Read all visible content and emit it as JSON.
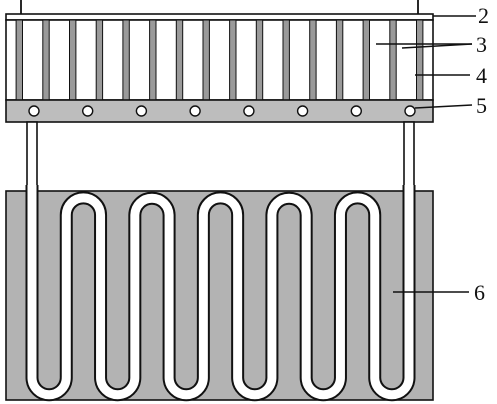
{
  "callouts": [
    {
      "id": "label-2",
      "text": "2"
    },
    {
      "id": "label-3",
      "text": "3"
    },
    {
      "id": "label-4",
      "text": "4"
    },
    {
      "id": "label-5",
      "text": "5"
    },
    {
      "id": "label-6",
      "text": "6"
    }
  ],
  "colors": {
    "stroke": "#111111",
    "panel_fill": "#bdbdbd",
    "tank_fill": "#b3b3b3",
    "tube_fill": "#ffffff",
    "background": "#ffffff"
  },
  "components": {
    "fin_count": 16,
    "port_count": 8,
    "serpentine_loops": 6
  }
}
